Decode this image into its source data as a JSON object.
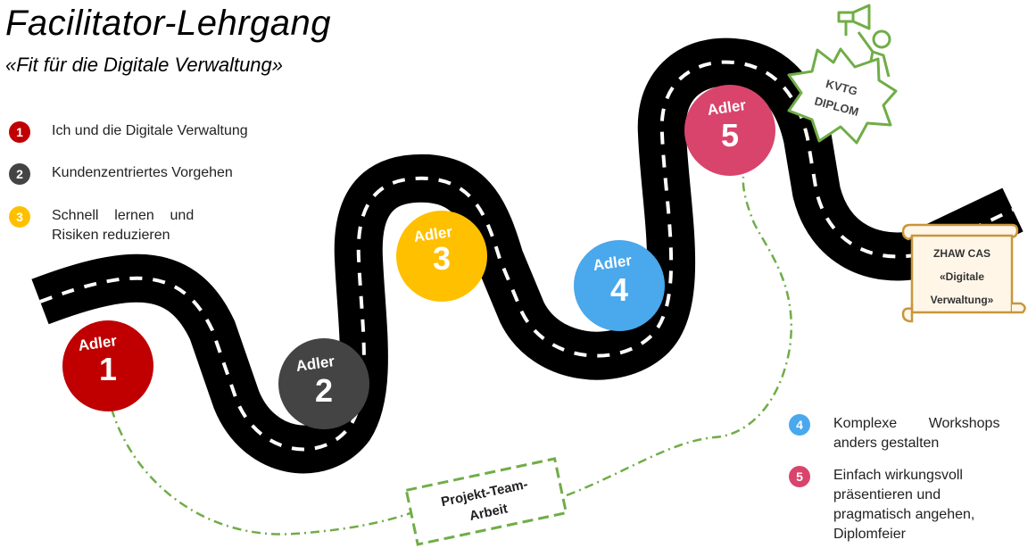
{
  "title": "Facilitator-Lehrgang",
  "subtitle": "«Fit für die Digitale Verwaltung»",
  "colors": {
    "red": "#c00000",
    "gray": "#444444",
    "yellow": "#ffc000",
    "blue": "#4aa8ec",
    "pink": "#d9446c",
    "green": "#70ad47",
    "scroll": "#c8963c"
  },
  "modules_left": [
    {
      "num": "1",
      "text": "Ich und die Digitale Verwaltung"
    },
    {
      "num": "2",
      "text": "Kundenzentriertes Vorgehen"
    },
    {
      "num": "3",
      "line1": "Schnell    lernen    und",
      "line2": "Risiken reduzieren"
    }
  ],
  "modules_right": [
    {
      "num": "4",
      "line1": "Komplexe        Workshops",
      "line2": "anders gestalten"
    },
    {
      "num": "5",
      "line1": "Einfach wirkungsvoll",
      "line2": "präsentieren und",
      "line3": "pragmatisch angehen,",
      "line4": "Diplomfeier"
    }
  ],
  "milestones": [
    {
      "label": "Adler",
      "num": "1"
    },
    {
      "label": "Adler",
      "num": "2"
    },
    {
      "label": "Adler",
      "num": "3"
    },
    {
      "label": "Adler",
      "num": "4"
    },
    {
      "label": "Adler",
      "num": "5"
    }
  ],
  "project_box": {
    "line1": "Projekt-Team-",
    "line2": "Arbeit"
  },
  "diploma": {
    "line1": "KVTG",
    "line2": "DIPLOM"
  },
  "scroll": {
    "line1": "ZHAW CAS",
    "line2": "«Digitale",
    "line3": "Verwaltung»"
  },
  "icons": [
    "megaphone-person-icon",
    "diploma-starburst-icon",
    "certificate-scroll-icon"
  ]
}
